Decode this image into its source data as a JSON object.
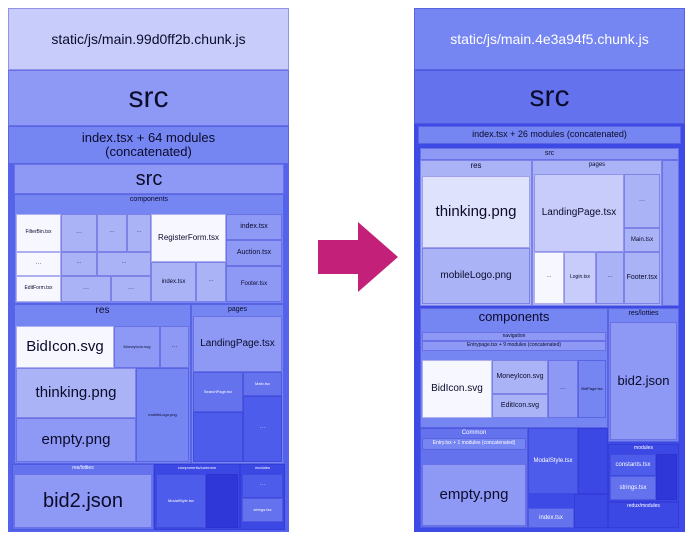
{
  "colors": {
    "arrow": "#c3207a",
    "background": "#ffffff"
  },
  "left": {
    "bundle_name": "static/js/main.99d0ff2b.chunk.js",
    "src_outer": "src",
    "concat_label": "index.tsx + 64 modules\n(concatenated)",
    "src_inner": "src",
    "components_label": "components",
    "components_items": [
      "FilterBin.tsx",
      "···",
      "RegisterForm.tsx",
      "index.tsx",
      "EditForm.tsx",
      "···",
      "···",
      "Auction.tsx",
      "index.tsx",
      "Footer.tsx",
      "···",
      "···",
      "···",
      "···",
      "···",
      "···"
    ],
    "res_label": "res",
    "res_items": [
      "BidIcon.svg",
      "MoneyIcon.svg",
      "···",
      "thinking.png",
      "mobileLogo.png",
      "empty.png"
    ],
    "pages_label": "pages",
    "pages_items": [
      "LandingPage.tsx",
      "SearchPage.tsx",
      "Main.tsx"
    ],
    "bottom_left_label": "res/lotties",
    "bid2_json": "bid2.json",
    "bottom_middle_label": "components/common",
    "bottom_middle_item": "ModalStyle.tsx",
    "bottom_right_label": "modules",
    "bottom_right_item": "strings.tsx",
    "misc_dots": "···"
  },
  "right": {
    "bundle_name": "static/js/main.4e3a94f5.chunk.js",
    "src_outer": "src",
    "concat_label": "index.tsx + 26 modules (concatenated)",
    "src_inner": "src",
    "res_label": "res",
    "thinking": "thinking.png",
    "mobileLogo": "mobileLogo.png",
    "pages_label": "pages",
    "landing": "LandingPage.tsx",
    "dots": "···",
    "main_tsx": "Main.tsx",
    "login_tsx": "Login.tsx",
    "footer_tsx": "Footer.tsx",
    "components_label": "components",
    "navigation_label": "navigation",
    "navigation_concat": "Entrypage.tsx + 9 modules (concatenated)",
    "bidicon": "BidIcon.svg",
    "moneyicon": "MoneyIcon.svg",
    "editicon": "EditIcon.svg",
    "bidpage": "BidPage.tsx",
    "common_label": "Common",
    "common_concat": "Entry.tsx + 1 modules (concatenated)",
    "empty": "empty.png",
    "modalstyle": "ModalStyle.tsx",
    "index_tsx": "index.tsx",
    "reslotties_label": "res/lotties",
    "bid2_json": "bid2.json",
    "modules_label": "modules",
    "constants_tsx": "constants.tsx",
    "strings_tsx": "strings.tsx",
    "redux_label": "redux/modules"
  }
}
